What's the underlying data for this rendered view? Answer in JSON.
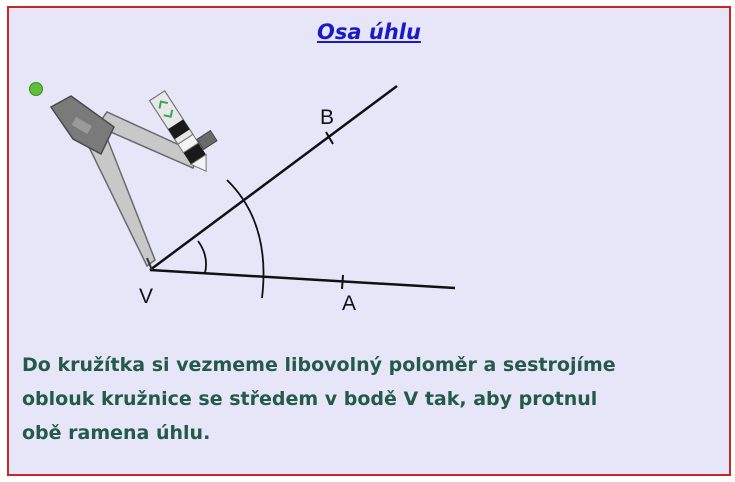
{
  "title": "Osa úhlu",
  "points": {
    "vertex": "V",
    "a": "A",
    "b": "B"
  },
  "description": "Do kružítka si vezmeme libovolný poloměr a sestrojíme\noblouk kružnice se středem v bodě V tak, aby protnul\nobě ramena úhlu.",
  "colors": {
    "background": "#e6e6f8",
    "border": "#c62828",
    "title": "#1a1ac8",
    "text": "#245a48",
    "handle": "#5fbf3a"
  },
  "icons": {
    "compass": "compass-icon",
    "handle": "drag-handle-icon"
  }
}
